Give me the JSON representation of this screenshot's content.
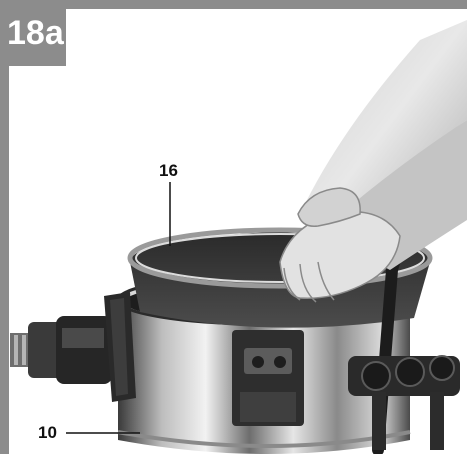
{
  "figure": {
    "badge_label": "18a",
    "badge_color": "#8c8c8c",
    "border_color": "#8c8c8c",
    "callouts": [
      {
        "label": "16",
        "refers_to": "filter-bag"
      },
      {
        "label": "10",
        "refers_to": "container"
      }
    ]
  }
}
